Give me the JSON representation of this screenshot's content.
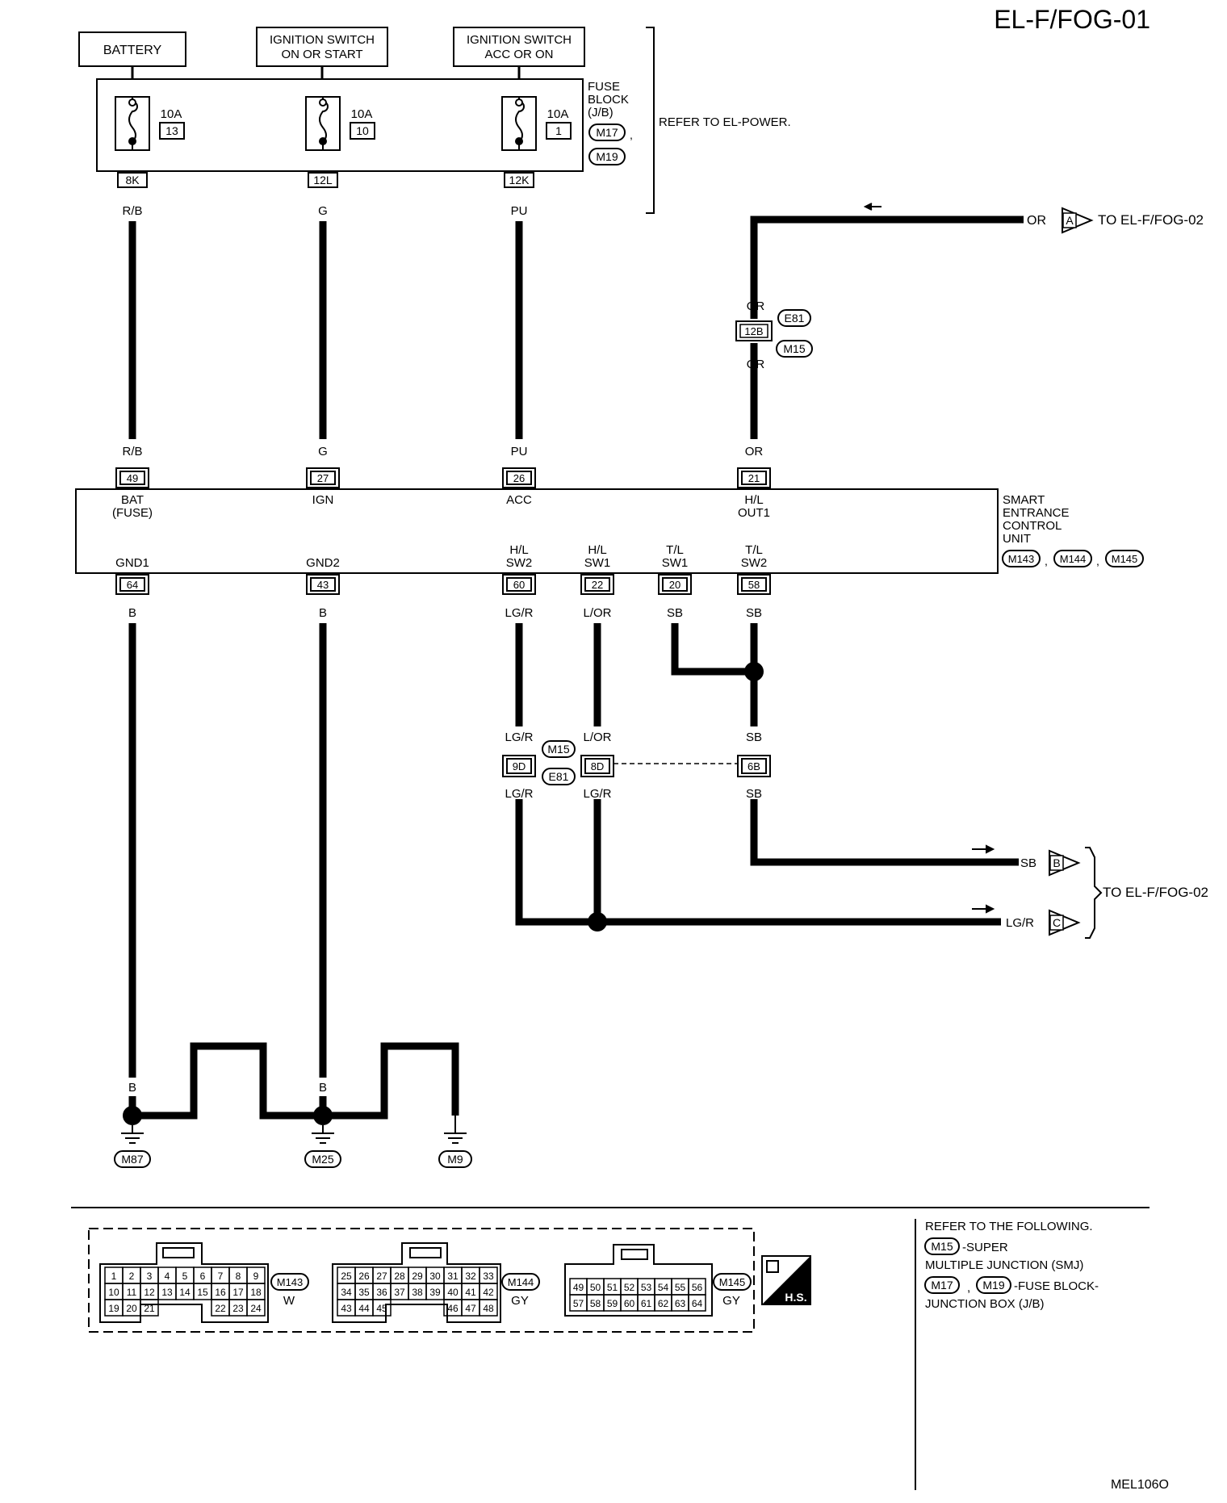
{
  "page": {
    "title": "EL-F/FOG-01",
    "footer_code": "MEL106O"
  },
  "sources": {
    "battery": "BATTERY",
    "ign_line1": "IGNITION SWITCH",
    "ign_line2": "ON OR START",
    "acc_line1": "IGNITION SWITCH",
    "acc_line2": "ACC OR ON"
  },
  "fuse_block": {
    "label_lines": [
      "FUSE",
      "BLOCK",
      "(J/B)"
    ],
    "connectors": [
      "M17",
      "M19"
    ],
    "comma": ",",
    "refer": "REFER TO EL-POWER.",
    "fuses": [
      {
        "amp": "10A",
        "num": "13",
        "terminal": "8K",
        "wire": "R/B"
      },
      {
        "amp": "10A",
        "num": "10",
        "terminal": "12L",
        "wire": "G"
      },
      {
        "amp": "10A",
        "num": "1",
        "terminal": "12K",
        "wire": "PU"
      }
    ]
  },
  "top_right": {
    "wire_or": "OR",
    "connector_a": "A",
    "to_text": "TO EL-F/FOG-02",
    "junction_e81": "E81",
    "junction_m15": "M15",
    "junction_term": "12B",
    "wire_upper": "OR",
    "wire_lower": "OR"
  },
  "unit": {
    "label_lines": [
      "SMART",
      "ENTRANCE",
      "CONTROL",
      "UNIT"
    ],
    "connectors": [
      "M143",
      "M144",
      "M145"
    ],
    "comma": ",",
    "top_pins": [
      {
        "wire": "R/B",
        "pin": "49",
        "name1": "BAT",
        "name2": "(FUSE)"
      },
      {
        "wire": "G",
        "pin": "27",
        "name1": "IGN",
        "name2": ""
      },
      {
        "wire": "PU",
        "pin": "26",
        "name1": "ACC",
        "name2": ""
      },
      {
        "wire": "OR",
        "pin": "21",
        "name1": "H/L",
        "name2": "OUT1"
      }
    ],
    "bottom_pins": [
      {
        "name1": "",
        "name2": "GND1",
        "pin": "64",
        "wire": "B"
      },
      {
        "name1": "",
        "name2": "GND2",
        "pin": "43",
        "wire": "B"
      },
      {
        "name1": "H/L",
        "name2": "SW2",
        "pin": "60",
        "wire": "LG/R"
      },
      {
        "name1": "H/L",
        "name2": "SW1",
        "pin": "22",
        "wire": "L/OR"
      },
      {
        "name1": "T/L",
        "name2": "SW1",
        "pin": "20",
        "wire": "SB"
      },
      {
        "name1": "T/L",
        "name2": "SW2",
        "pin": "58",
        "wire": "SB"
      }
    ]
  },
  "mid_junction": {
    "m15": "M15",
    "e81": "E81",
    "items": [
      {
        "upper": "LG/R",
        "term": "9D",
        "lower": "LG/R"
      },
      {
        "upper": "L/OR",
        "term": "8D",
        "lower": "LG/R"
      },
      {
        "upper": "SB",
        "term": "6B",
        "lower": "SB"
      }
    ]
  },
  "outputs": {
    "b": {
      "wire": "SB",
      "conn": "B"
    },
    "c": {
      "wire": "LG/R",
      "conn": "C"
    },
    "to_text": "TO EL-F/FOG-02"
  },
  "grounds": {
    "wire_b": "B",
    "g1": "M87",
    "g2": "M25",
    "g3": "M9"
  },
  "connector_views": {
    "m143": {
      "name": "M143",
      "color": "W",
      "rows": [
        [
          "1",
          "2",
          "3",
          "4",
          "5",
          "6",
          "7",
          "8",
          "9"
        ],
        [
          "10",
          "11",
          "12",
          "13",
          "14",
          "15",
          "16",
          "17",
          "18"
        ],
        [
          "19",
          "20",
          "21",
          "22",
          "23",
          "24"
        ]
      ]
    },
    "m144": {
      "name": "M144",
      "color": "GY",
      "rows": [
        [
          "25",
          "26",
          "27",
          "28",
          "29",
          "30",
          "31",
          "32",
          "33"
        ],
        [
          "34",
          "35",
          "36",
          "37",
          "38",
          "39",
          "40",
          "41",
          "42"
        ],
        [
          "43",
          "44",
          "45",
          "46",
          "47",
          "48"
        ]
      ]
    },
    "m145": {
      "name": "M145",
      "color": "GY",
      "rows": [
        [
          "49",
          "50",
          "51",
          "52",
          "53",
          "54",
          "55",
          "56"
        ],
        [
          "57",
          "58",
          "59",
          "60",
          "61",
          "62",
          "63",
          "64"
        ]
      ]
    },
    "hs_label": "H.S."
  },
  "refer_note": {
    "line1": "REFER TO THE FOLLOWING.",
    "smj_conn": "M15",
    "smj_text1": "-SUPER",
    "smj_text2": "MULTIPLE JUNCTION (SMJ)",
    "jb_conn1": "M17",
    "jb_sep": ",",
    "jb_conn2": "M19",
    "jb_text1": "-FUSE BLOCK-",
    "jb_text2": "JUNCTION BOX (J/B)"
  }
}
